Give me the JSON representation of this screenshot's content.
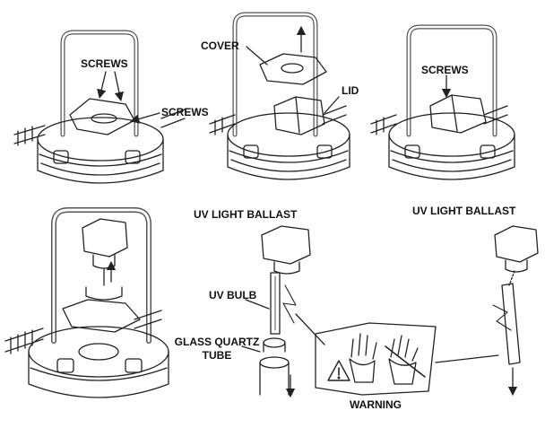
{
  "labels": {
    "screws_1a": "SCREWS",
    "screws_1b": "SCREWS",
    "cover": "COVER",
    "lid": "LID",
    "screws_3": "SCREWS",
    "uv_light_ballast_1": "UV LIGHT BALLAST",
    "uv_light_ballast_2": "UV LIGHT BALLAST",
    "uv_bulb": "UV BULB",
    "glass_quartz_tube_line1": "GLASS QUARTZ",
    "glass_quartz_tube_line2": "TUBE",
    "warning": "WARNING"
  },
  "icons": {
    "warning_triangle": "warning-icon",
    "glove_hand": "glove-icon",
    "bare_hand_crossed": "no-bare-hand-icon"
  },
  "colors": {
    "line": "#222222",
    "background": "#ffffff"
  }
}
